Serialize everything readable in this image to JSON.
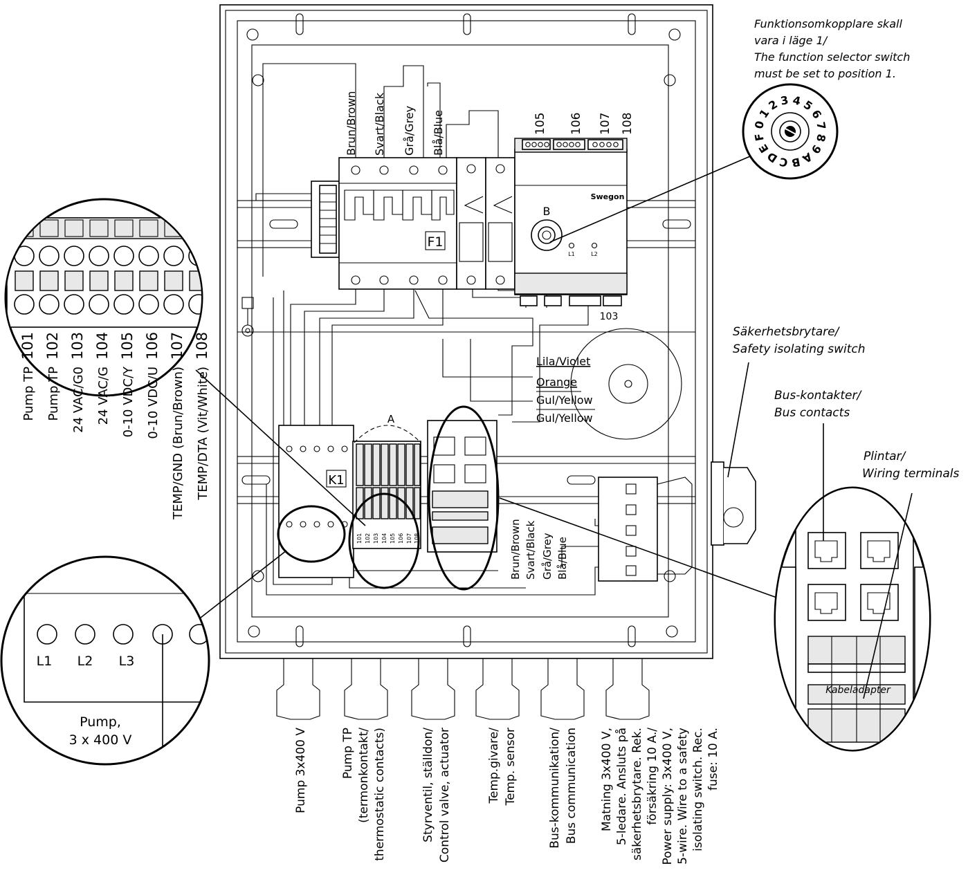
{
  "selector_note": [
    "Funktionsomkopplare skall",
    "vara i läge 1/",
    "The function selector switch",
    "must be set to position 1."
  ],
  "dial_chars": "0123456789ABCDEF",
  "panel": {
    "module_terminals": [
      "105",
      "106",
      "107",
      "108"
    ],
    "wire_top_labels": [
      "Brun/Brown",
      "Svart/Black",
      "Grå/Grey",
      "Blå/Blue"
    ],
    "wire_bottom_labels": [
      "Brun/Brown",
      "Svart/Black",
      "Grå/Grey",
      "Blå/Blue"
    ],
    "transformer_wires": [
      "Lila/Violet",
      "Orange",
      "Gul/Yellow",
      "Gul/Yellow"
    ],
    "brand": "Swegon",
    "label_a": "A",
    "label_b": "B",
    "label_f1": "F1",
    "label_k1": "K1",
    "terminal_103": "103",
    "led_l1": "L1",
    "led_l2": "L2",
    "strip_numbers": [
      "101",
      "102",
      "103",
      "104",
      "105",
      "106",
      "107",
      "108"
    ]
  },
  "terminal_zoom": {
    "numbers": [
      "101",
      "102",
      "103",
      "104",
      "105",
      "106",
      "107",
      "108"
    ],
    "descriptions": [
      "Pump TP",
      "Pump TP",
      "24 VAC/G0",
      "24 VAC/G",
      "0-10 VDC/Y",
      "0-10 VDC/U",
      "TEMP/GND (Brun/Brown)",
      "TEMP/DTA (Vit/White)"
    ]
  },
  "pump_zoom": {
    "phases": [
      "L1",
      "L2",
      "L3"
    ],
    "label": [
      "Pump,",
      "3 x 400 V"
    ]
  },
  "right_zoom": {
    "cable_adapter": "Kabeladapter"
  },
  "callouts": {
    "safety_switch": [
      "Säkerhetsbrytare/",
      "Safety isolating switch"
    ],
    "bus_contacts": [
      "Bus-kontakter/",
      "Bus contacts"
    ],
    "wiring_terminals": [
      "Plintar/",
      "Wiring terminals"
    ]
  },
  "cable_entries": [
    [
      "Pump 3x400 V"
    ],
    [
      "Pump TP",
      "(termonkontakt/",
      "thermostatic contacts)"
    ],
    [
      "Styrventil, ställdon/",
      "Control valve, actuator"
    ],
    [
      "Temp.givare/",
      "Temp. sensor"
    ],
    [
      "Bus-kommunikation/",
      "Bus communication"
    ],
    [
      "Matning 3x400 V,",
      "5-ledare. Ansluts på",
      "säkerhetsbrytare. Rek.",
      "försäkring 10 A./",
      "Power supply: 3x400 V,",
      "5-wire. Wire to a safety",
      "isolating switch. Rec.",
      "fuse: 10 A."
    ]
  ]
}
